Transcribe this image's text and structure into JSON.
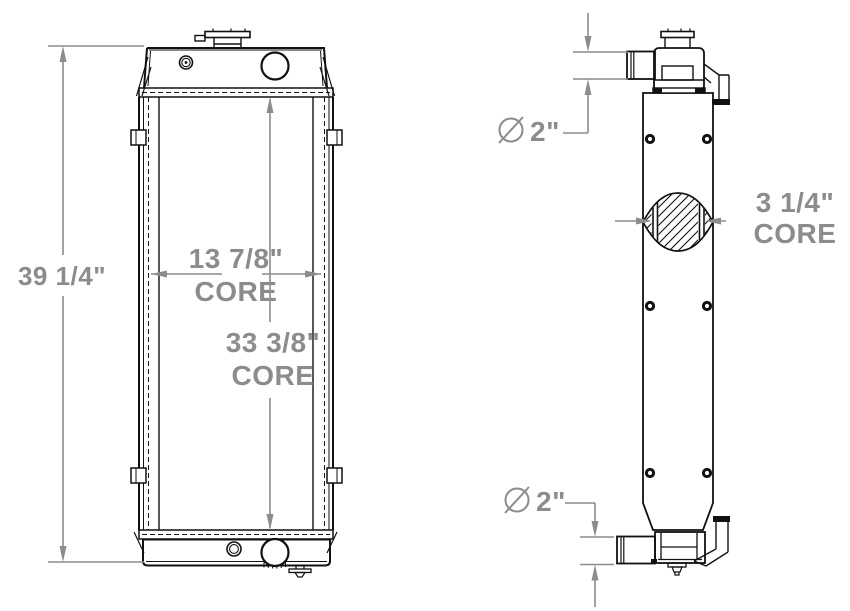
{
  "colors": {
    "line": "#111111",
    "dimension": "#8c8c8c",
    "background": "#ffffff"
  },
  "front_view": {
    "overall_height_label": "39 1/4\"",
    "core_width_value": "13 7/8\"",
    "core_width_unit": "CORE",
    "core_height_value": "33 3/8\"",
    "core_height_unit": "CORE"
  },
  "side_view": {
    "top_port_symbol": "∅",
    "top_port_value": "2\"",
    "core_depth_value": "3 1/4\"",
    "core_depth_unit": "CORE",
    "bottom_port_symbol": "∅",
    "bottom_port_value": "2\""
  }
}
